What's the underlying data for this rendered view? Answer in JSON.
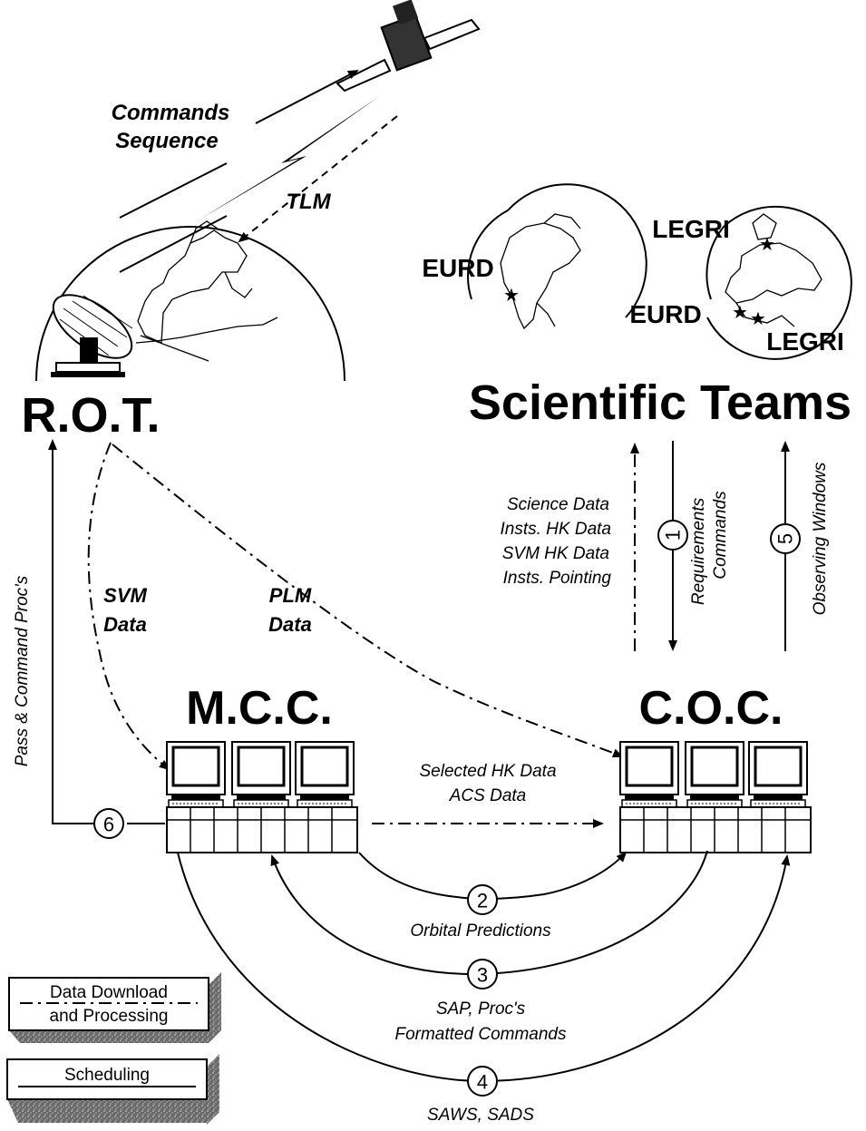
{
  "labels": {
    "commands_sequence_1": "Commands",
    "commands_sequence_2": "Sequence",
    "tlm": "TLM",
    "rot": "R.O.T.",
    "scientific_teams": "Scientific Teams",
    "eurd_left": "EURD",
    "eurd_right": "EURD",
    "legri_top": "LEGRI",
    "legri_bottom": "LEGRI",
    "mcc": "M.C.C.",
    "coc": "C.O.C.",
    "svm_data_1": "SVM",
    "svm_data_2": "Data",
    "plm_data_1": "PLM",
    "plm_data_2": "Data",
    "science_1": "Science Data",
    "science_2": "Insts. HK Data",
    "science_3": "SVM HK Data",
    "science_4": "Insts. Pointing",
    "req_1": "Requirements",
    "req_2": "Commands",
    "observing": "Observing Windows",
    "pass_command": "Pass & Command Proc's",
    "selected_1": "Selected HK Data",
    "selected_2": "ACS Data",
    "orbital": "Orbital Predictions",
    "sap_1": "SAP, Proc's",
    "sap_2": "Formatted Commands",
    "saws": "SAWS, SADS"
  },
  "steps": {
    "s1": "1",
    "s2": "2",
    "s3": "3",
    "s4": "4",
    "s5": "5",
    "s6": "6"
  },
  "legend": {
    "data_download_1": "Data Download",
    "data_download_2": "and Processing",
    "scheduling": "Scheduling"
  },
  "icons": {
    "satellite": "satellite-icon",
    "antenna": "antenna-dish-icon",
    "workstation": "computer-workstation-icon",
    "globe": "globe-icon",
    "star": "star-icon"
  }
}
